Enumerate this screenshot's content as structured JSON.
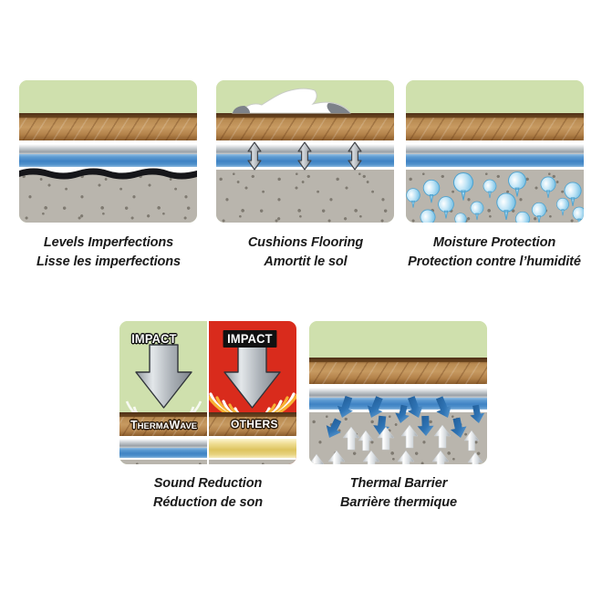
{
  "meta": {
    "figure_type": "product feature infographic",
    "background_color": "#ffffff",
    "accent_green": "#cfe0ad",
    "accent_red": "#d92b1c",
    "wood_color": "#c79a61",
    "blue_layer_color": "#3f83c4",
    "silver_layer_color": "#b9bfc4",
    "concrete_color": "#b9b5ad",
    "yellow_foam_color": "#ddc45f",
    "droplet_color": "#7fc3e8",
    "arrow_blue_color": "#2f74b5"
  },
  "panels": [
    {
      "id": "levels-imperfections",
      "caption_en": "Levels Imperfections",
      "caption_fr": "Lisse les imperfections",
      "layers": [
        "sky",
        "wood",
        "silver",
        "blue",
        "uneven-subfloor-line",
        "concrete"
      ],
      "feature_icon": "wavy-subfloor-line"
    },
    {
      "id": "cushions-flooring",
      "caption_en": "Cushions Flooring",
      "caption_fr": "Amortit le sol",
      "layers": [
        "sky",
        "wood",
        "silver",
        "blue",
        "concrete"
      ],
      "feature_icon": "shoe-and-cushion-arrows",
      "arrow_count": 3
    },
    {
      "id": "moisture-protection",
      "caption_en": "Moisture Protection",
      "caption_fr": "Protection contre l’humidité",
      "layers": [
        "sky",
        "wood",
        "silver",
        "blue",
        "concrete"
      ],
      "feature_icon": "moisture-droplets",
      "droplet_count": 22
    },
    {
      "id": "sound-reduction",
      "caption_en": "Sound Reduction",
      "caption_fr": "Réduction de son",
      "feature_icon": "impact-sound-comparison",
      "comparison": {
        "left": {
          "background": "green",
          "impact_label": "IMPACT",
          "product_label_part1": "T",
          "product_label_part2": "HERMA",
          "product_label_part3": "W",
          "product_label_part4": "AVE",
          "product_label": "ThermaWave",
          "underlayment": "silver-blue",
          "sound_waves": "muted"
        },
        "right": {
          "background": "red",
          "impact_label": "IMPACT",
          "product_label": "OTHERS",
          "underlayment": "yellow-foam",
          "sound_waves": "loud"
        }
      }
    },
    {
      "id": "thermal-barrier",
      "caption_en": "Thermal Barrier",
      "caption_fr": "Barrière thermique",
      "layers": [
        "sky",
        "wood",
        "silver",
        "blue",
        "concrete"
      ],
      "feature_icon": "thermal-reflection-arrows",
      "arrows_up_count": 12,
      "arrows_deflected_count": 10
    }
  ]
}
